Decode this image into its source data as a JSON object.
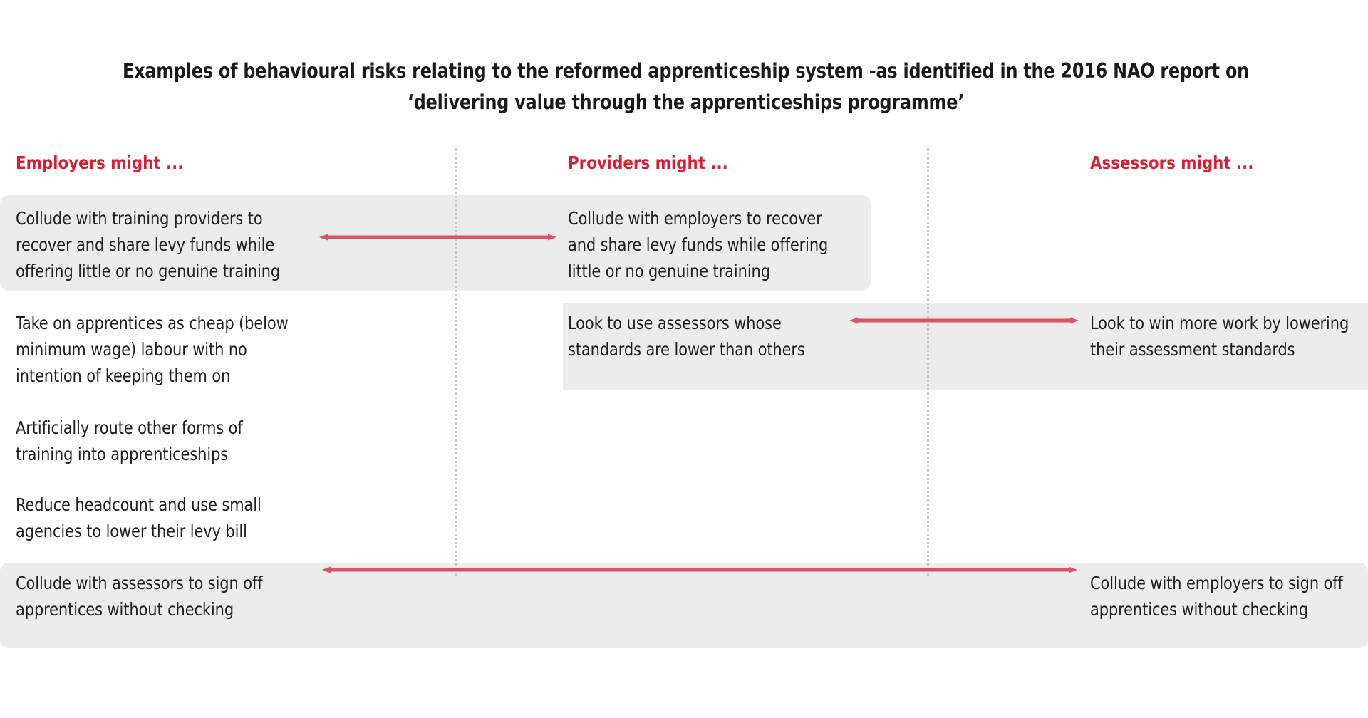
{
  "title": "Examples of behavioural risks relating to the reformed apprenticeship system -as identified in the 2016 NAO report on ‘delivering value through the apprenticeships programme’",
  "colors": {
    "accent_red": "#d81f34",
    "arrow_red": "#d4556a",
    "band_gray": "#ececec",
    "divider_gray": "#c9c9c9",
    "text_black": "#1f1f1f",
    "background": "#ffffff"
  },
  "columns": [
    {
      "id": "employers",
      "header": "Employers might ...",
      "items": [
        "Collude with training providers to recover and share levy funds while offering little or no genuine training",
        "Take on apprentices as cheap (below minimum wage) labour with no intention of keeping them on",
        "Artificially route other forms of training into apprenticeships",
        "Reduce headcount and use small agencies to lower their levy bill",
        "Collude with assessors to sign off apprentices without checking"
      ]
    },
    {
      "id": "providers",
      "header": "Providers might ...",
      "items": [
        "Collude with employers to recover and share levy funds while offering little or no genuine training",
        "Look to use assessors whose standards are lower than others"
      ]
    },
    {
      "id": "assessors",
      "header": "Assessors might ...",
      "items": [
        "Look to win more work by lowering their assessment standards",
        "Collude with employers to sign off apprentices without checking"
      ]
    }
  ],
  "connections": [
    {
      "id": "employers-providers-collude-levy",
      "from": "employers.0",
      "to": "providers.0",
      "style": "double-headed-arrow"
    },
    {
      "id": "providers-assessors-standards",
      "from": "providers.1",
      "to": "assessors.0",
      "style": "double-headed-arrow"
    },
    {
      "id": "employers-assessors-signoff",
      "from": "employers.4",
      "to": "assessors.1",
      "style": "double-headed-arrow"
    }
  ]
}
